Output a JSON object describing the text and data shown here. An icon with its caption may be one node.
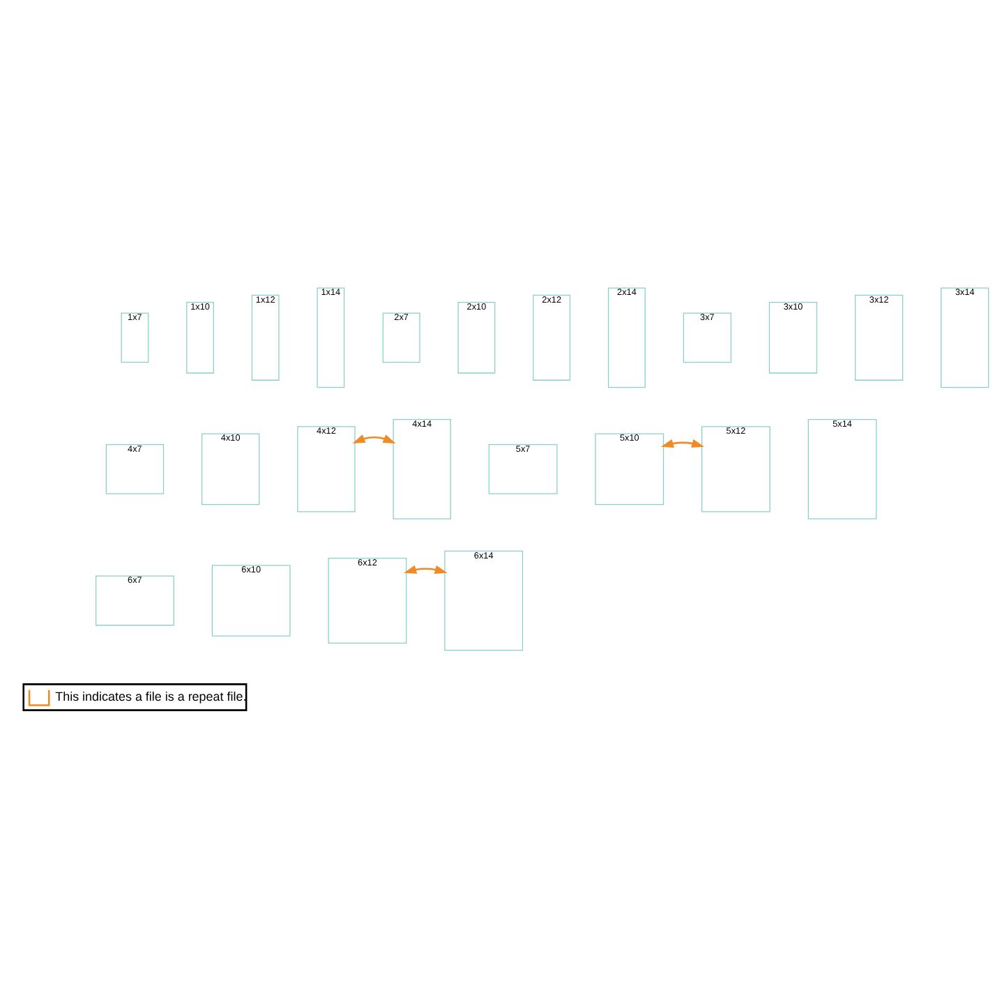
{
  "diagram": {
    "nodes": [
      {
        "text": [
          "1x7"
        ]
      },
      {
        "text": [
          "1x10"
        ]
      },
      {
        "text": [
          "1x12"
        ]
      },
      {
        "text": [
          "1x14"
        ]
      },
      {
        "text": [
          "2x7"
        ]
      },
      {
        "text": [
          "2x10"
        ]
      },
      {
        "text": [
          "2x12"
        ]
      },
      {
        "text": [
          "2x14"
        ]
      },
      {
        "text": [
          "3x7"
        ]
      },
      {
        "text": [
          "3x10"
        ]
      },
      {
        "text": [
          "3x12"
        ]
      },
      {
        "text": [
          "3x14"
        ]
      },
      {
        "text": [
          "4x7"
        ]
      },
      {
        "text": [
          "4x10"
        ]
      },
      {
        "text": [
          "4x12"
        ]
      },
      {
        "text": [
          "4x14"
        ]
      },
      {
        "text": [
          "5x7"
        ]
      },
      {
        "text": [
          "5x10"
        ]
      },
      {
        "text": [
          "5x12"
        ]
      },
      {
        "text": [
          "5x14"
        ]
      },
      {
        "text": [
          "6x7"
        ]
      },
      {
        "text": [
          "6x10"
        ]
      },
      {
        "text": [
          "6x12"
        ]
      },
      {
        "text": [
          "6x14"
        ]
      }
    ],
    "edges": [
      {
        "from": 14,
        "to": 15,
        "arrow": "both"
      },
      {
        "from": 17,
        "to": 18,
        "arrow": "both"
      },
      {
        "from": 22,
        "to": 23,
        "arrow": "both"
      }
    ],
    "legend": [
      {
        "text": "This indicates a file is a repeat file."
      }
    ]
  }
}
